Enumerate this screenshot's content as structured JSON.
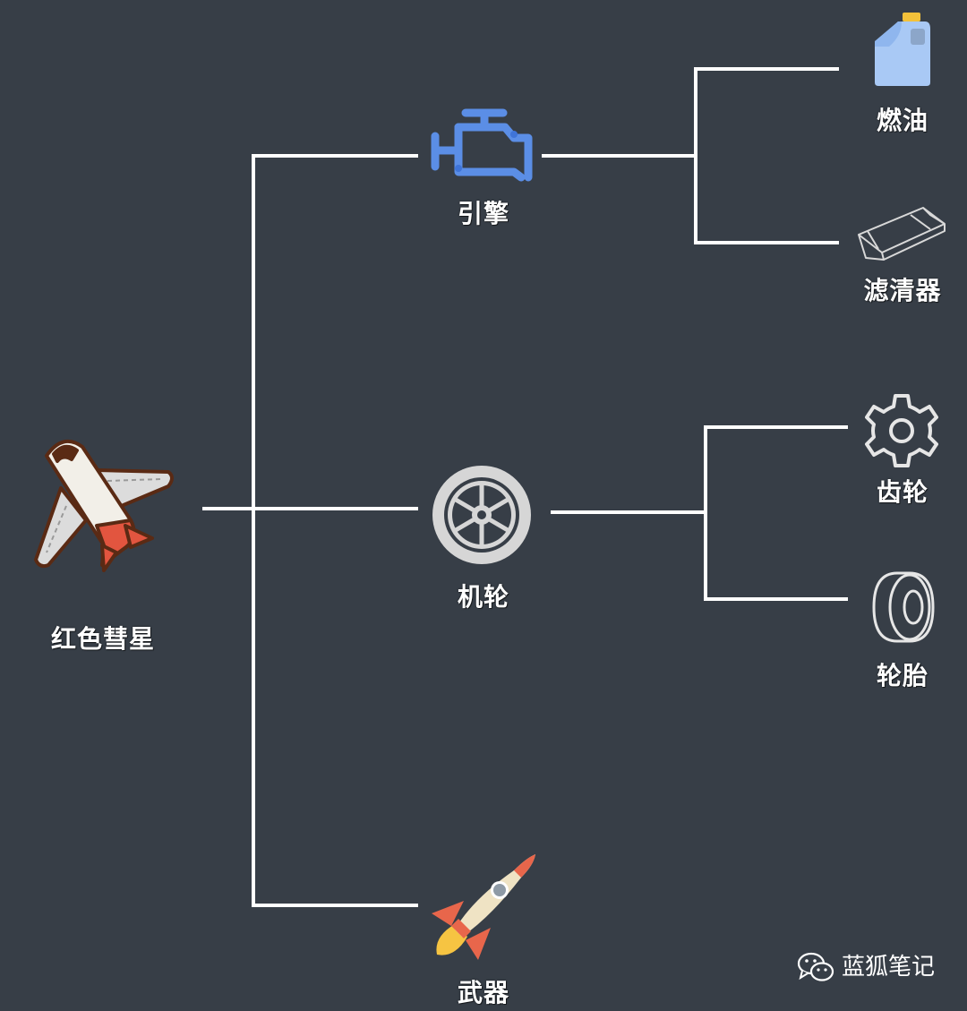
{
  "colors": {
    "background": "#373e47",
    "connector": "#ffffff",
    "engine_blue": "#5b8ee6",
    "fuel_blue": "#a9c9f5",
    "fuel_cap": "#f3c13a",
    "wheel_grey": "#d6d6d6",
    "rocket_red": "#e8664b",
    "rocket_body": "#f3ead2",
    "rocket_flame": "#f6c442"
  },
  "root": {
    "label": "红色彗星",
    "icon": "airplane-icon"
  },
  "branches": [
    {
      "label": "引擎",
      "icon": "engine-icon",
      "children": [
        {
          "label": "燃油",
          "icon": "fuel-can-icon"
        },
        {
          "label": "滤清器",
          "icon": "filter-icon"
        }
      ]
    },
    {
      "label": "机轮",
      "icon": "wheel-icon",
      "children": [
        {
          "label": "齿轮",
          "icon": "gear-icon"
        },
        {
          "label": "轮胎",
          "icon": "tire-icon"
        }
      ]
    },
    {
      "label": "武器",
      "icon": "rocket-icon",
      "children": []
    }
  ],
  "watermark": {
    "text": "蓝狐笔记",
    "icon": "wechat-icon"
  }
}
